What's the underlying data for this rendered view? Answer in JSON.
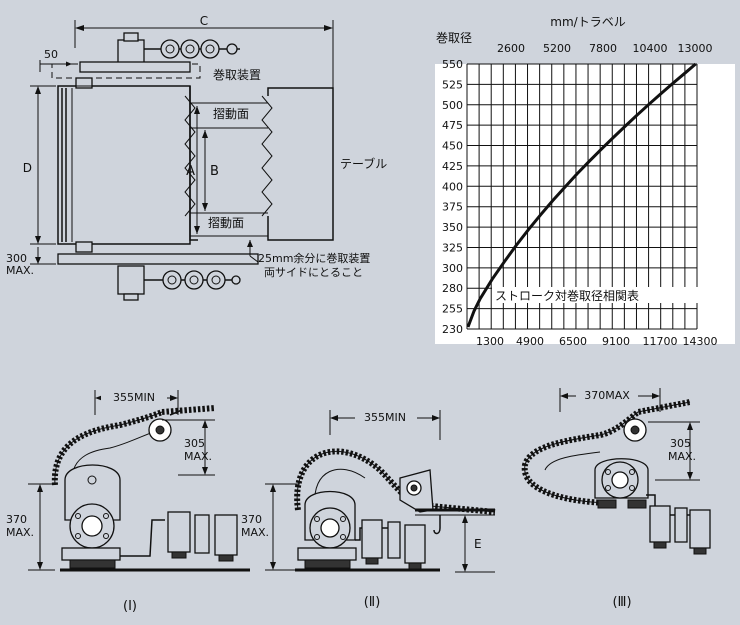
{
  "top_diagram": {
    "dim_c": "C",
    "dim_50": "50",
    "label_winder": "巻取装置",
    "label_sliding_top": "摺動面",
    "label_sliding_bottom": "摺動面",
    "dim_a": "A",
    "dim_b": "B",
    "dim_d": "D",
    "label_table": "テーブル",
    "dim_300": "300",
    "dim_max": "MAX.",
    "note_line1": "25mm余分に巻取装置",
    "note_line2": "両サイドにとること"
  },
  "chart_data": {
    "type": "line",
    "title": "ストローク対巻取径相関表",
    "ylabel": "巻取径",
    "x_top_label": "mm/トラベル",
    "x_top_ticks": [
      "2600",
      "5200",
      "7800",
      "10400",
      "13000"
    ],
    "x_bottom_ticks": [
      "1300",
      "4900",
      "6500",
      "9100",
      "11700",
      "14300"
    ],
    "y_ticks": [
      "550",
      "525",
      "500",
      "475",
      "450",
      "425",
      "400",
      "375",
      "350",
      "325",
      "300",
      "280",
      "255",
      "230"
    ],
    "series": [
      {
        "x": [
          0,
          0.5,
          1,
          2,
          3,
          4,
          5,
          6,
          7,
          8,
          9,
          10,
          11,
          12,
          13,
          14,
          15,
          16,
          17,
          18,
          18.8
        ],
        "y": [
          0,
          0.6,
          1.05,
          1.78,
          2.43,
          3.05,
          3.63,
          4.18,
          4.71,
          5.21,
          5.7,
          6.17,
          6.62,
          7.06,
          7.49,
          7.91,
          8.32,
          8.72,
          9.11,
          9.49,
          9.8
        ]
      }
    ],
    "grid": true
  },
  "bottom_diagrams": [
    {
      "caption": "(Ⅰ)",
      "dim_min": "355MIN",
      "dim_305": "305",
      "dim_305_max": "MAX.",
      "dim_370": "370",
      "dim_370_max": "MAX."
    },
    {
      "caption": "(Ⅱ)",
      "dim_min": "355MIN",
      "dim_370": "370",
      "dim_370_max": "MAX.",
      "dim_e": "E"
    },
    {
      "caption": "(Ⅲ)",
      "dim_max": "370MAX",
      "dim_305": "305",
      "dim_305_max": "MAX."
    }
  ]
}
